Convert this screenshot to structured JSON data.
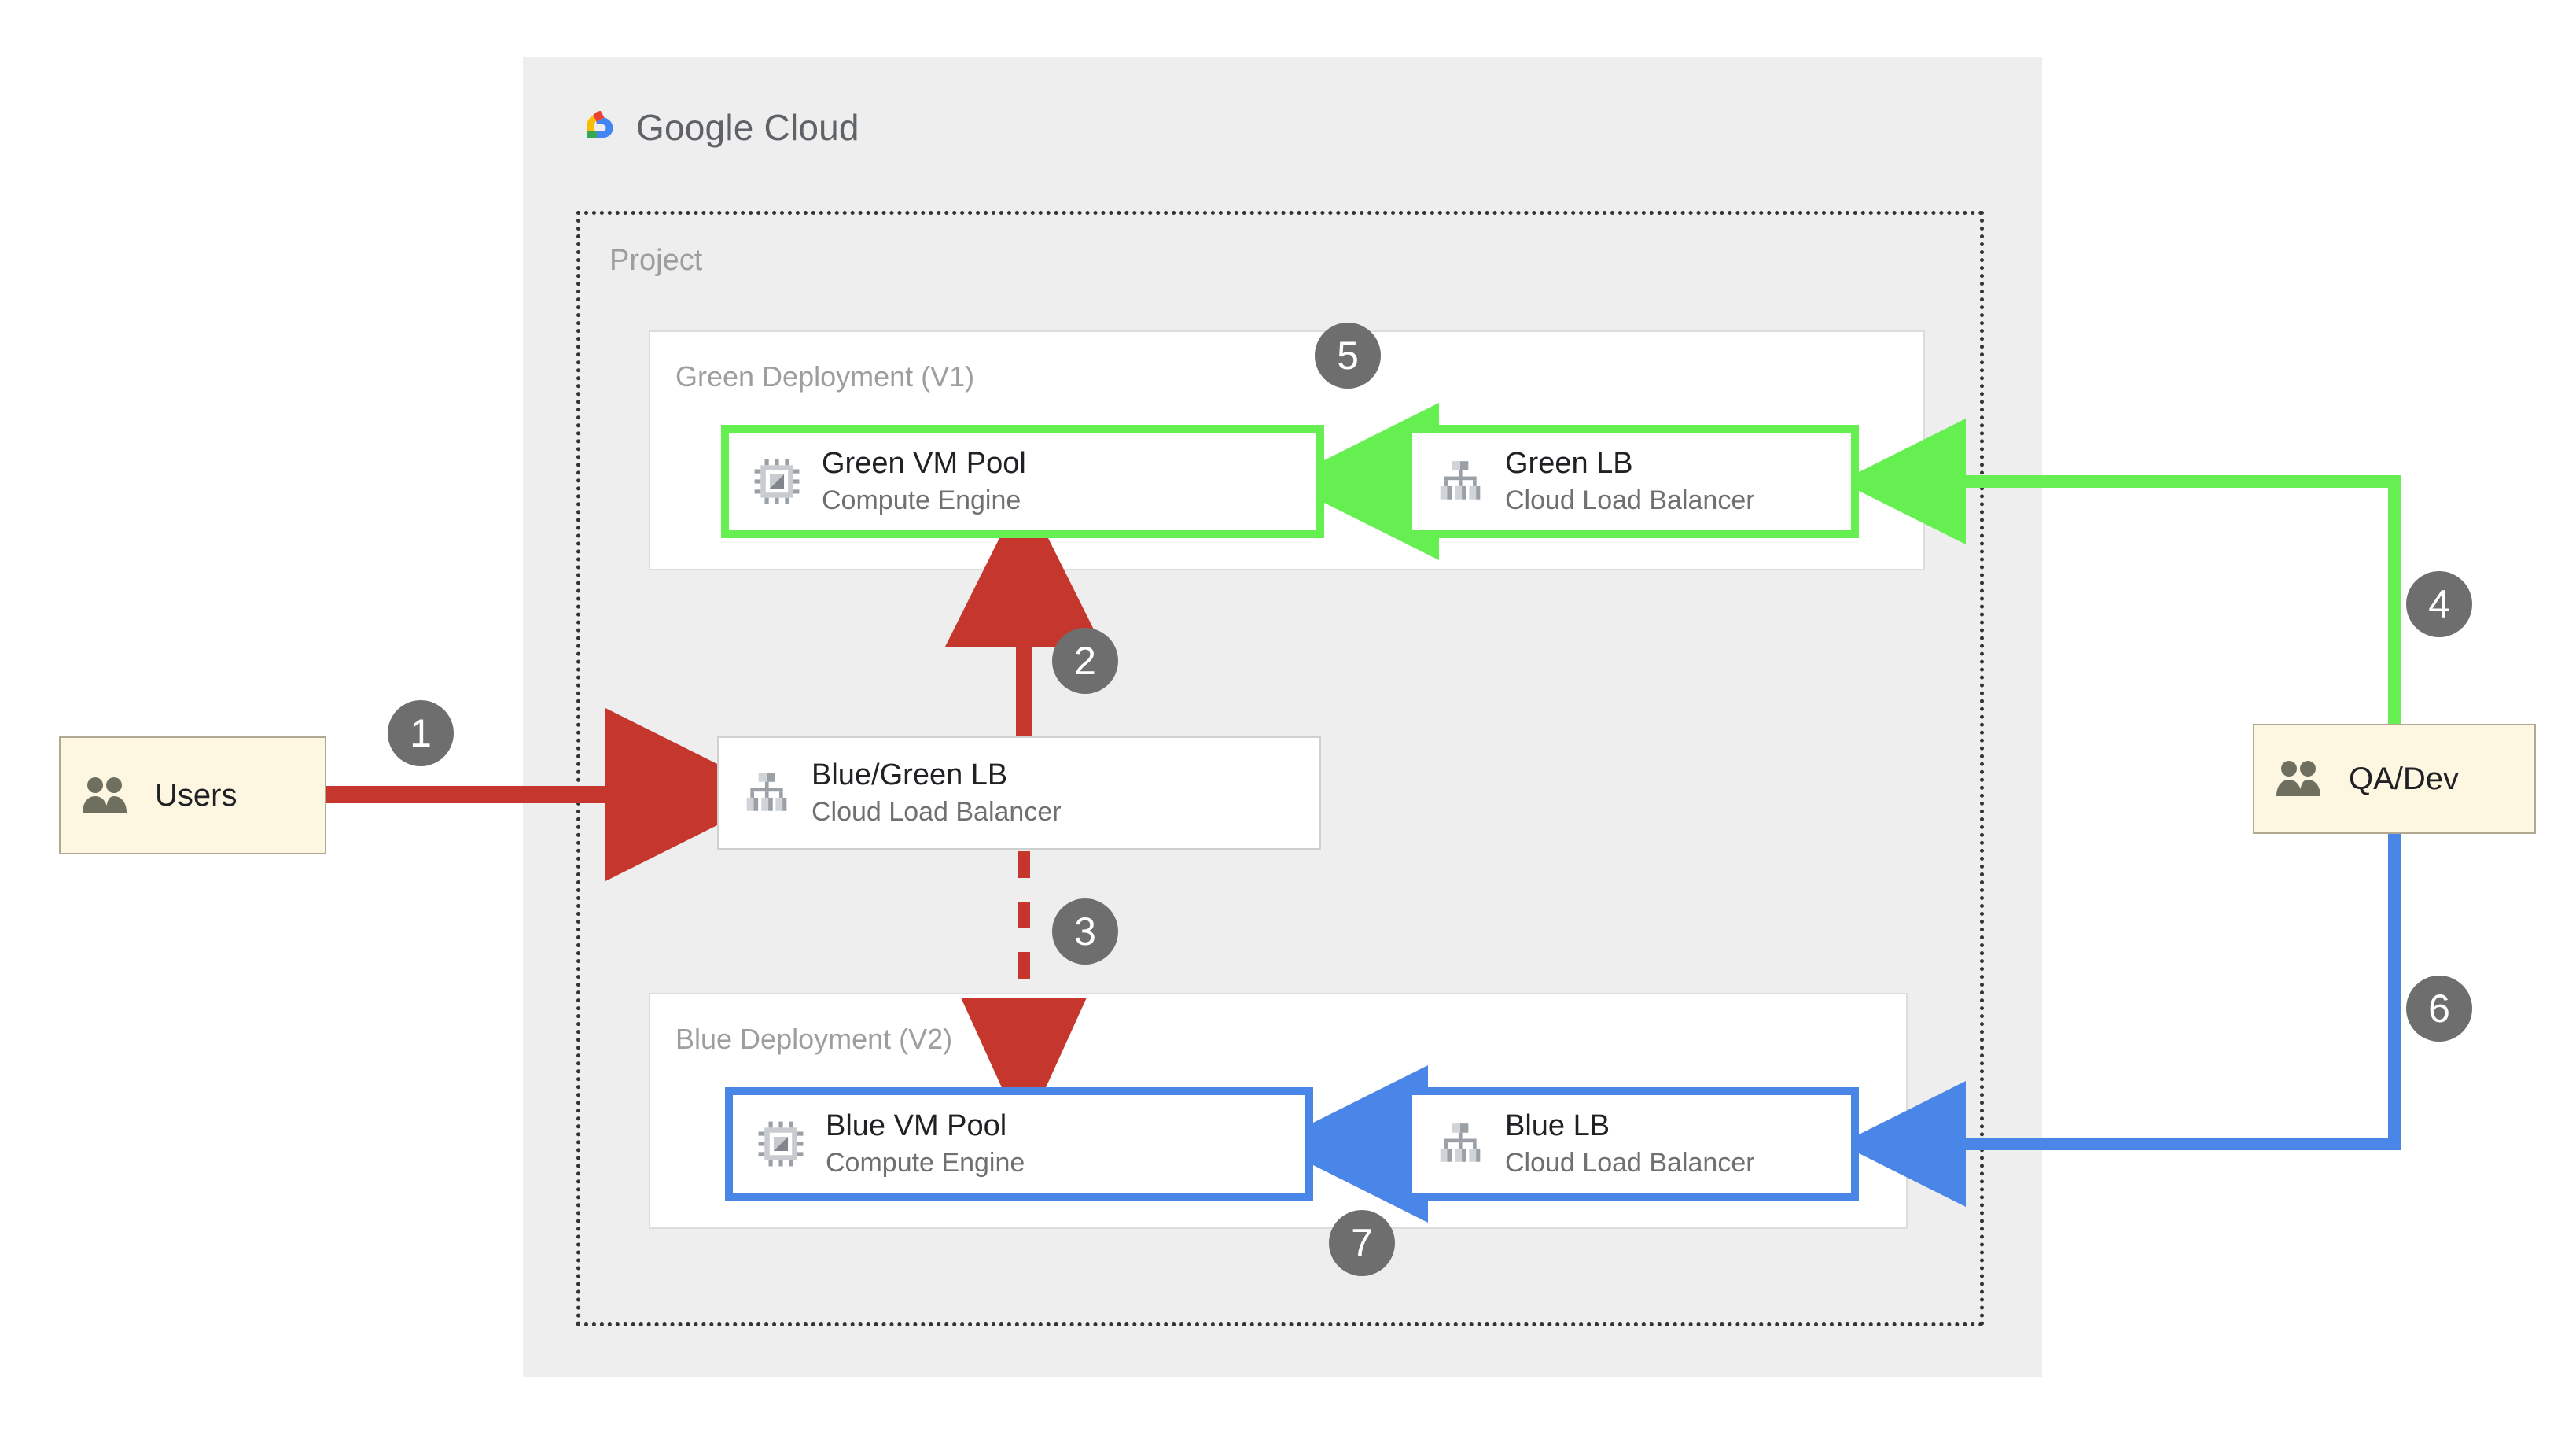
{
  "brand": {
    "logo_text_bold": "Google",
    "logo_text_light": "Cloud",
    "logo_icon": "google-cloud-logo-icon",
    "colors": {
      "red": "#ea4335",
      "yellow": "#fbbc05",
      "green": "#34a853",
      "blue": "#4285f4",
      "panel_gray": "#eeeeee",
      "flow_red": "#c5372c",
      "flow_green": "#66ef50",
      "flow_blue": "#4a86e8",
      "badge_gray": "#6e6e6e",
      "actor_fill": "#fdf6e0"
    }
  },
  "project": {
    "label": "Project"
  },
  "deployments": [
    {
      "id": "green",
      "label": "Green Deployment (V1)",
      "accent": "#66ef50",
      "nodes": [
        {
          "id": "green-vm-pool",
          "title": "Green VM Pool",
          "subtitle": "Compute Engine",
          "icon": "compute-engine-icon"
        },
        {
          "id": "green-lb",
          "title": "Green LB",
          "subtitle": "Cloud Load Balancer",
          "icon": "cloud-load-balancer-icon"
        }
      ]
    },
    {
      "id": "blue",
      "label": "Blue Deployment (V2)",
      "accent": "#4a86e8",
      "nodes": [
        {
          "id": "blue-vm-pool",
          "title": "Blue VM Pool",
          "subtitle": "Compute Engine",
          "icon": "compute-engine-icon"
        },
        {
          "id": "blue-lb",
          "title": "Blue LB",
          "subtitle": "Cloud Load Balancer",
          "icon": "cloud-load-balancer-icon"
        }
      ]
    }
  ],
  "router": {
    "id": "bluegreen-lb",
    "title": "Blue/Green LB",
    "subtitle": "Cloud Load Balancer",
    "icon": "cloud-load-balancer-icon"
  },
  "actors": [
    {
      "id": "users",
      "label": "Users",
      "icon": "people-icon"
    },
    {
      "id": "qadev",
      "label": "QA/Dev",
      "icon": "people-icon"
    }
  ],
  "steps": [
    {
      "number": "1",
      "color": "#c5372c",
      "style": "solid",
      "from": "users",
      "to": "bluegreen-lb"
    },
    {
      "number": "2",
      "color": "#c5372c",
      "style": "solid",
      "from": "bluegreen-lb",
      "to": "green-vm-pool"
    },
    {
      "number": "3",
      "color": "#c5372c",
      "style": "dashed",
      "from": "bluegreen-lb",
      "to": "blue-vm-pool"
    },
    {
      "number": "4",
      "color": "#66ef50",
      "style": "solid",
      "from": "qadev",
      "to": "green-lb"
    },
    {
      "number": "5",
      "color": "#66ef50",
      "style": "solid",
      "from": "green-lb",
      "to": "green-vm-pool"
    },
    {
      "number": "6",
      "color": "#4a86e8",
      "style": "solid",
      "from": "qadev",
      "to": "blue-lb"
    },
    {
      "number": "7",
      "color": "#4a86e8",
      "style": "solid",
      "from": "blue-lb",
      "to": "blue-vm-pool"
    }
  ]
}
